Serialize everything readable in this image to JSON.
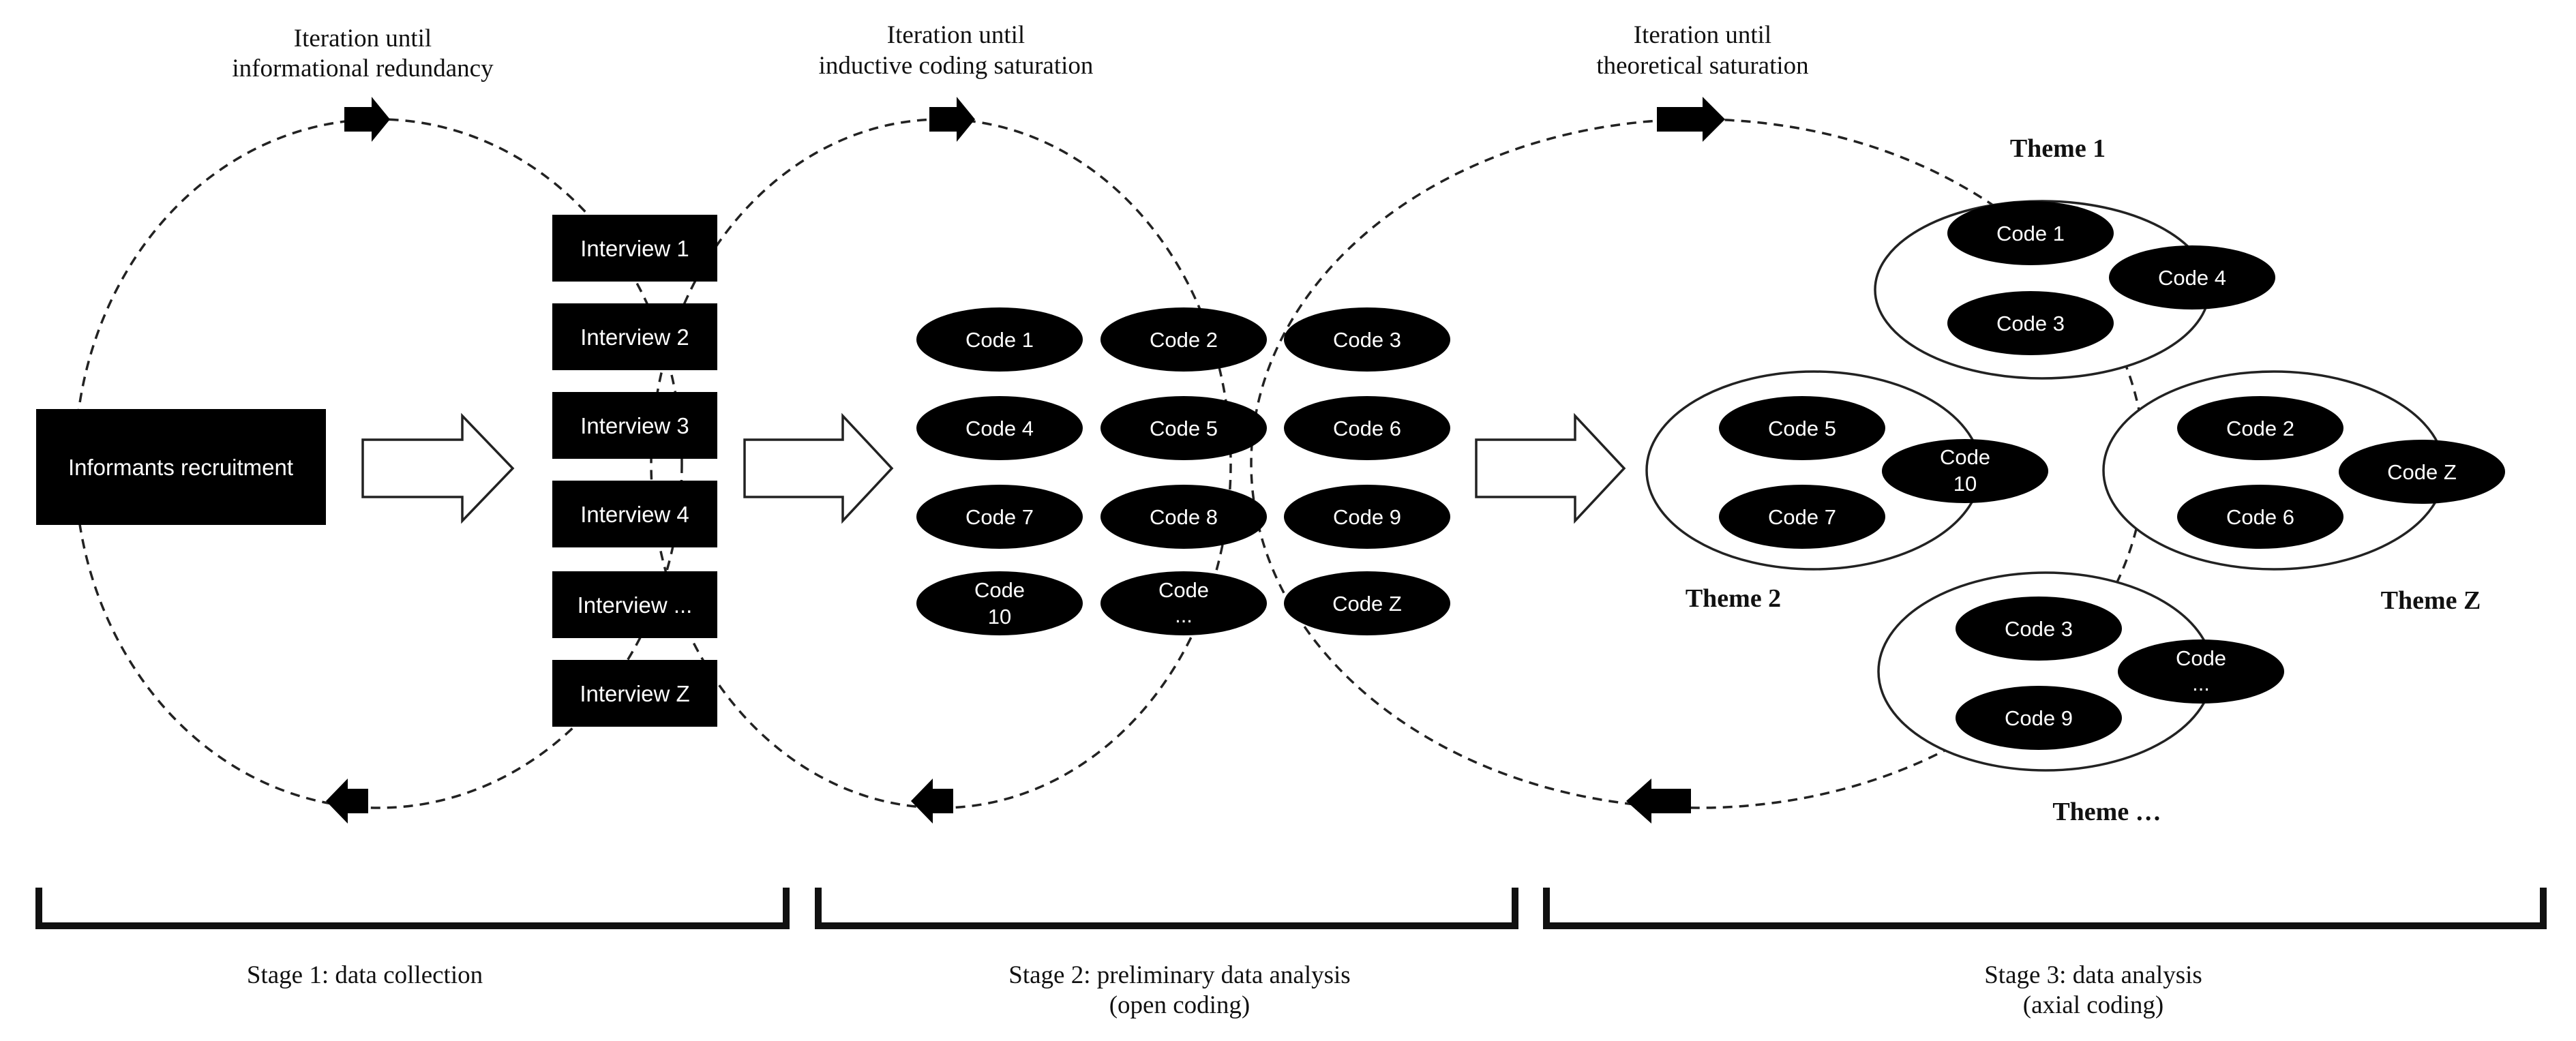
{
  "iterations": [
    {
      "line1": "Iteration until",
      "line2": "informational redundancy"
    },
    {
      "line1": "Iteration until",
      "line2": "inductive coding saturation"
    },
    {
      "line1": "Iteration until",
      "line2": "theoretical saturation"
    }
  ],
  "stage1": {
    "recruitment": "Informants recruitment",
    "interviews": [
      "Interview 1",
      "Interview 2",
      "Interview 3",
      "Interview 4",
      "Interview ...",
      "Interview Z"
    ]
  },
  "stage2": {
    "codes": [
      {
        "line1": "Code 1",
        "line2": ""
      },
      {
        "line1": "Code 2",
        "line2": ""
      },
      {
        "line1": "Code 3",
        "line2": ""
      },
      {
        "line1": "Code 4",
        "line2": ""
      },
      {
        "line1": "Code 5",
        "line2": ""
      },
      {
        "line1": "Code 6",
        "line2": ""
      },
      {
        "line1": "Code 7",
        "line2": ""
      },
      {
        "line1": "Code 8",
        "line2": ""
      },
      {
        "line1": "Code 9",
        "line2": ""
      },
      {
        "line1": "Code",
        "line2": "10"
      },
      {
        "line1": "Code",
        "line2": "..."
      },
      {
        "line1": "Code Z",
        "line2": ""
      }
    ]
  },
  "stage3": {
    "themes": [
      {
        "label": "Theme 1",
        "codes": [
          {
            "line1": "Code 1",
            "line2": ""
          },
          {
            "line1": "Code 4",
            "line2": ""
          },
          {
            "line1": "Code 3",
            "line2": ""
          }
        ]
      },
      {
        "label": "Theme 2",
        "codes": [
          {
            "line1": "Code 5",
            "line2": ""
          },
          {
            "line1": "Code",
            "line2": "10"
          },
          {
            "line1": "Code 7",
            "line2": ""
          }
        ]
      },
      {
        "label": "Theme Z",
        "codes": [
          {
            "line1": "Code 2",
            "line2": ""
          },
          {
            "line1": "Code Z",
            "line2": ""
          },
          {
            "line1": "Code 6",
            "line2": ""
          }
        ]
      },
      {
        "label": "Theme …",
        "codes": [
          {
            "line1": "Code 3",
            "line2": ""
          },
          {
            "line1": "Code",
            "line2": "..."
          },
          {
            "line1": "Code 9",
            "line2": ""
          }
        ]
      }
    ]
  },
  "stages": [
    {
      "line1": "Stage 1: data collection",
      "line2": ""
    },
    {
      "line1": "Stage 2: preliminary data analysis",
      "line2": "(open coding)"
    },
    {
      "line1": "Stage 3: data analysis",
      "line2": "(axial coding)"
    }
  ]
}
